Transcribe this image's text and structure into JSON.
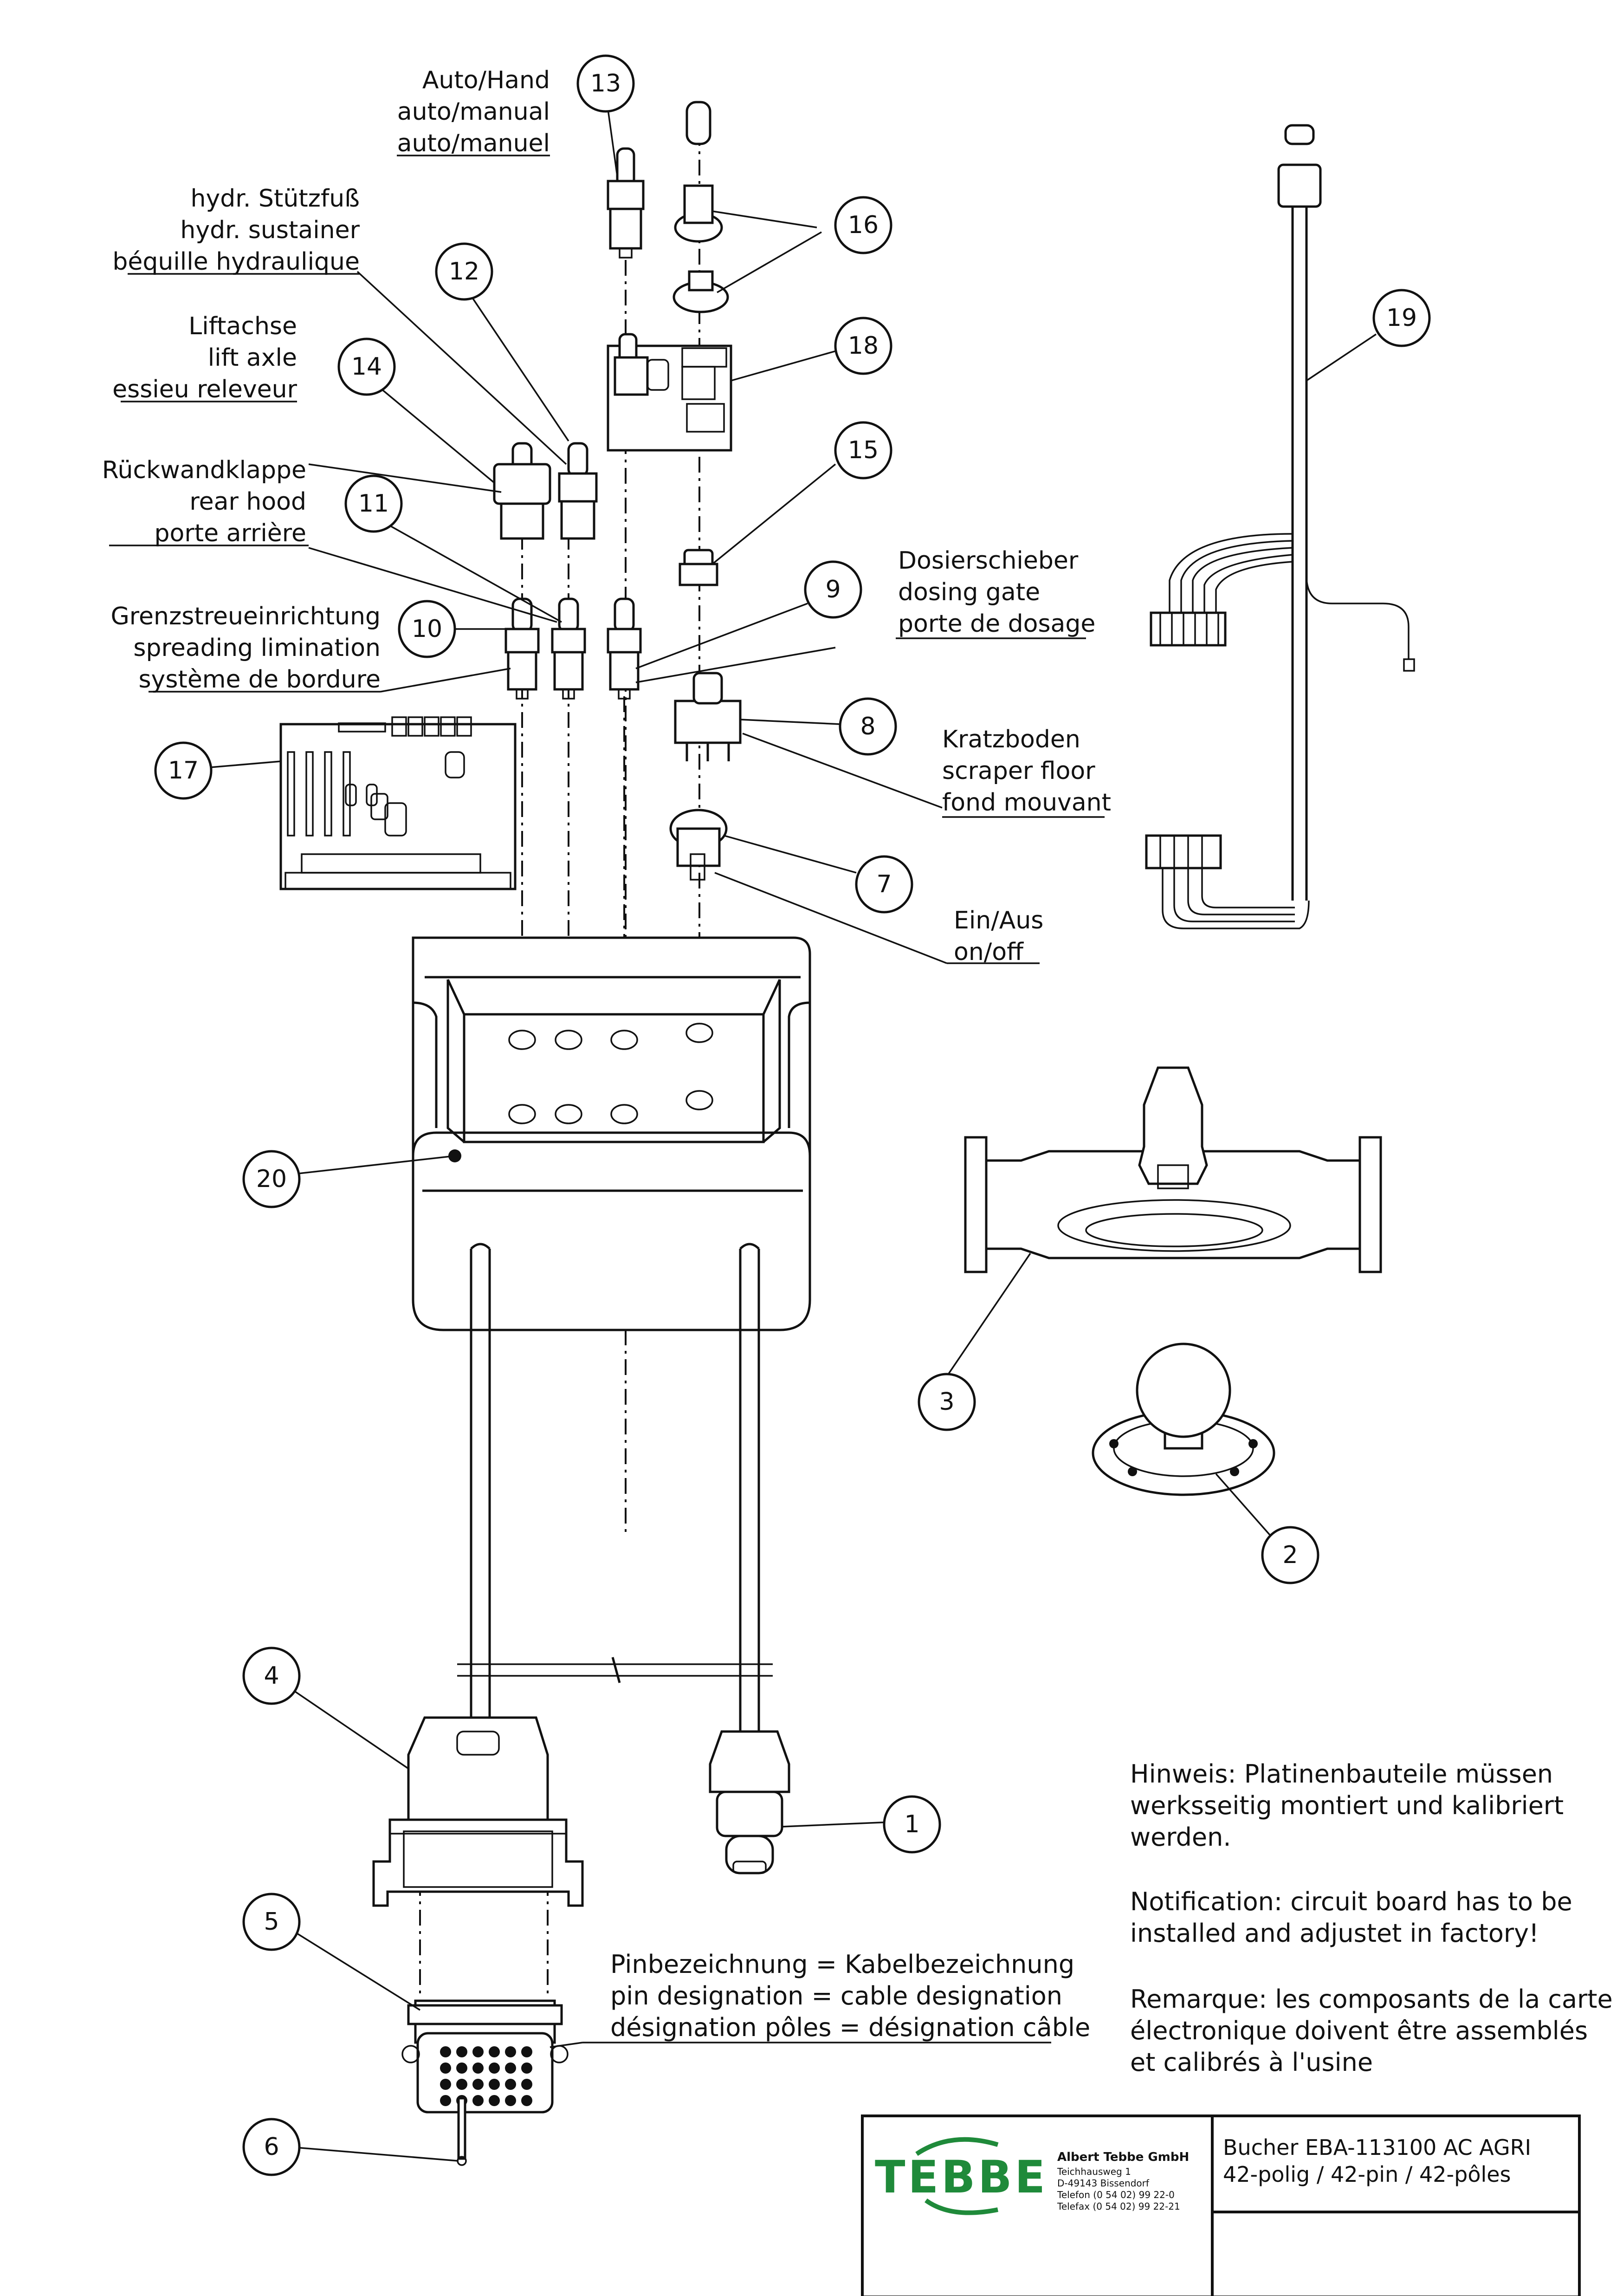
{
  "labels": {
    "p13": [
      "Auto/Hand",
      "auto/manual",
      "auto/manuel"
    ],
    "p12": [
      "hydr. Stützfuß",
      "hydr. sustainer",
      "béquille hydraulique"
    ],
    "p14": [
      "Liftachse",
      "lift axle",
      "essieu releveur"
    ],
    "p11": [
      "Rückwandklappe",
      "rear hood",
      "porte arrière"
    ],
    "p10": [
      "Grenzstreueinrichtung",
      "spreading limination",
      "système de bordure"
    ],
    "p9": [
      "Dosierschieber",
      "dosing gate",
      "porte de dosage"
    ],
    "p8": [
      "Kratzboden",
      "scraper floor",
      "fond mouvant"
    ],
    "p7": [
      "Ein/Aus",
      "on/off"
    ]
  },
  "bubbles": [
    "1",
    "2",
    "3",
    "4",
    "5",
    "6",
    "7",
    "8",
    "9",
    "10",
    "11",
    "12",
    "13",
    "14",
    "15",
    "16",
    "17",
    "18",
    "19",
    "20"
  ],
  "pin_note": [
    "Pinbezeichnung = Kabelbezeichnung",
    "pin designation = cable designation",
    "désignation pôles = désignation câble"
  ],
  "hints": {
    "de": [
      "Hinweis: Platinenbauteile müssen",
      "werksseitig montiert und kalibriert",
      "werden."
    ],
    "en": [
      "Notification: circuit board has to be",
      "installed and adjustet in factory!"
    ],
    "fr": [
      "Remarque: les composants de la carte",
      "électronique doivent être assemblés",
      "et calibrés à l'usine"
    ]
  },
  "title_block": {
    "logo": "TEBBE",
    "logo_color": "#1f8a3a",
    "company": "Albert Tebbe GmbH",
    "address": [
      "Teichhausweg 1",
      "D-49143 Bissendorf",
      "Telefon (0 54 02) 99 22-0",
      "Telefax (0 54 02) 99 22-21"
    ],
    "title": [
      "Bucher EBA-113100 AC AGRI",
      "42-polig / 42-pin / 42-pôles"
    ]
  }
}
